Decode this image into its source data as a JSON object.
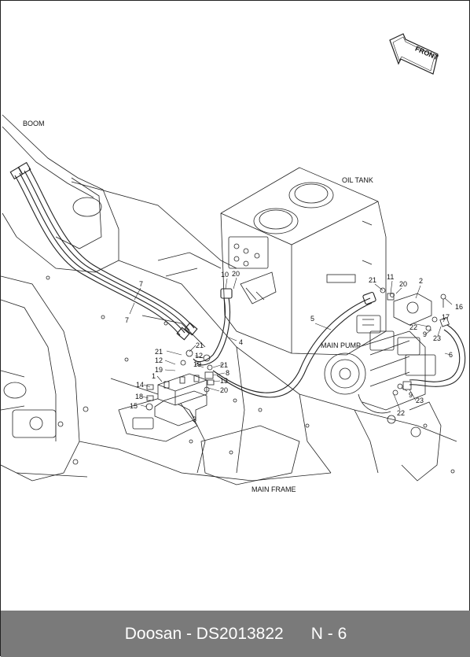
{
  "labels": {
    "front": "FRONT",
    "boom": "BOOM",
    "oil_tank": "OIL TANK",
    "main_pump": "MAIN PUMP",
    "main_frame": "MAIN FRAME"
  },
  "part_numbers": {
    "p1": "1",
    "p2": "2",
    "p3": "3",
    "p4": "4",
    "p5": "5",
    "p6": "6",
    "p7a": "7",
    "p7b": "7",
    "p8": "8",
    "p9a": "9",
    "p9b": "9",
    "p10": "10",
    "p11": "11",
    "p12a": "12",
    "p12b": "12",
    "p13": "13",
    "p14": "14",
    "p15": "15",
    "p16": "16",
    "p17": "17",
    "p18": "18",
    "p19a": "19",
    "p19b": "19",
    "p20a": "20",
    "p20b": "20",
    "p20c": "20",
    "p21a": "21",
    "p21b": "21",
    "p21c": "21",
    "p21d": "21",
    "p22a": "22",
    "p22b": "22",
    "p23a": "23",
    "p23b": "23"
  },
  "footer": {
    "brand": "Doosan",
    "separator": " - ",
    "code": "DS2013822",
    "page": "N - 6"
  }
}
